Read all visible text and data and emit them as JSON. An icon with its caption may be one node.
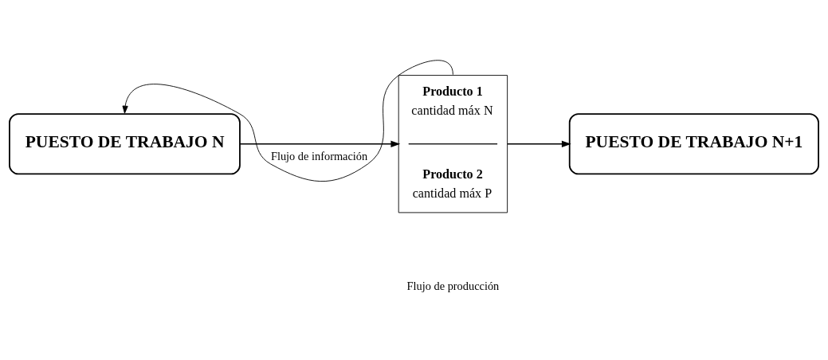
{
  "diagram": {
    "nodes": [
      {
        "text": [
          "PUESTO DE TRABAJO N"
        ]
      },
      {
        "text": [
          "Producto 1",
          "cantidad máx N",
          "Producto 2",
          "cantidad máx P"
        ]
      },
      {
        "text": [
          "PUESTO DE TRABAJO N+1"
        ]
      }
    ],
    "edges": [
      {
        "from": 0,
        "to": 1,
        "arrow": "to"
      },
      {
        "from": 1,
        "to": 2,
        "arrow": "to"
      },
      {
        "from": 1,
        "to": 0,
        "arrow": "to",
        "label": "Flujo de información"
      }
    ],
    "labels": [
      "Flujo de producción"
    ]
  }
}
